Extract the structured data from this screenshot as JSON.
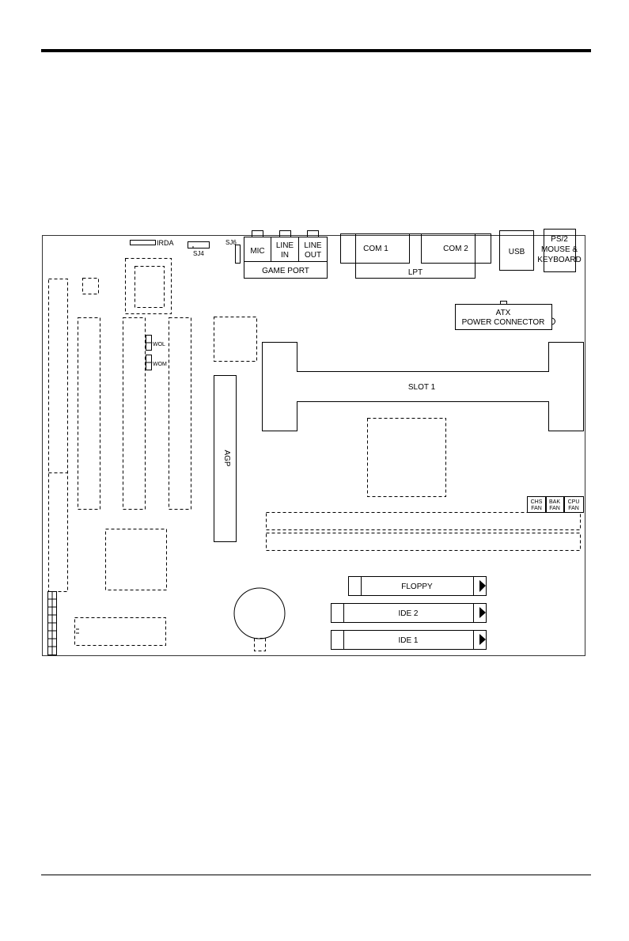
{
  "labels": {
    "irda": "IRDA",
    "sj4": "SJ4",
    "sj6": "SJ6",
    "mic": "MIC",
    "line_in_1": "LINE",
    "line_in_2": "IN",
    "line_out_1": "LINE",
    "line_out_2": "OUT",
    "game_port": "GAME PORT",
    "com1": "COM 1",
    "com2": "COM 2",
    "lpt": "LPT",
    "usb": "USB",
    "ps2_1": "PS/2",
    "ps2_2": "MOUSE &",
    "ps2_3": "KEYBOARD",
    "atx_1": "ATX",
    "atx_2": "POWER CONNECTOR",
    "wol": "WOL",
    "wom": "WOM",
    "slot1": "SLOT 1",
    "agp": "AGP",
    "chs_1": "CHS",
    "chs_2": "FAN",
    "bak_1": "BAK",
    "bak_2": "FAN",
    "cpu_1": "CPU",
    "cpu_2": "FAN",
    "floppy": "FLOPPY",
    "ide2": "IDE 2",
    "ide1": "IDE 1"
  }
}
